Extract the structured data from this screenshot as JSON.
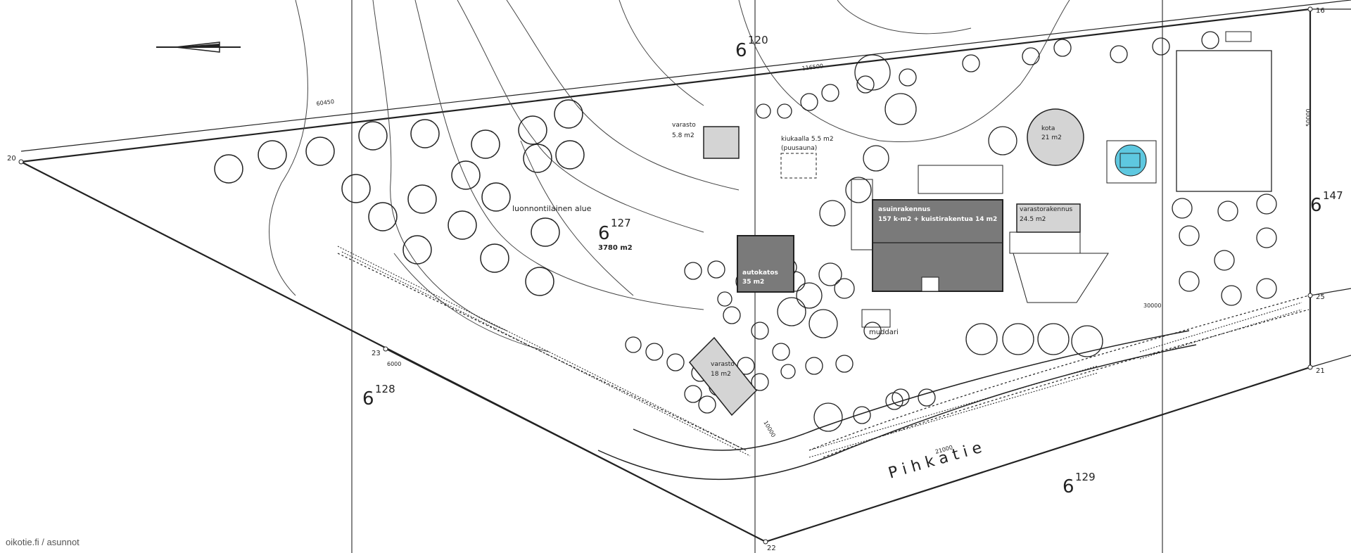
{
  "plan": {
    "parcel_ids": {
      "p120": {
        "base": "6",
        "sup": "120"
      },
      "p127": {
        "base": "6",
        "sup": "127"
      },
      "p128": {
        "base": "6",
        "sup": "128"
      },
      "p129": {
        "base": "6",
        "sup": "129"
      },
      "p147": {
        "base": "6",
        "sup": "147"
      }
    },
    "area_label": "3780 m2",
    "street_name": "P i h k a t i e",
    "forest_label": "luonnontilainen alue",
    "sauna_label": "kiukaalla 5.5 m2",
    "sauna_sub": "(puusauna)",
    "kuiva_label": "muddari",
    "buildings": {
      "main": {
        "line1": "asuinrakennus",
        "line2": "157 k-m2 + kuistirakentua 14 m2"
      },
      "garage": {
        "line1": "autokatos",
        "line2": "35 m2"
      },
      "storage": {
        "line1": "varasto",
        "line2": "18 m2"
      },
      "annex": {
        "line1": "varastorakennus",
        "line2": "24.5 m2"
      },
      "shed": {
        "line1": "varasto",
        "line2": "5.8 m2"
      },
      "pavilion": {
        "line1": "kota",
        "line2": "21 m2"
      }
    },
    "corner_labels": {
      "c20": "20",
      "c21": "21",
      "c22": "22",
      "c23": "23",
      "c16": "16",
      "c25": "25"
    },
    "dimensions": {
      "d1": "30000",
      "d2": "21000",
      "d3": "50000",
      "d4": "60450",
      "d5": "116500",
      "d6": "10000",
      "d7": "6000"
    }
  },
  "watermark": "oikotie.fi / asunnot",
  "colors": {
    "line": "#222222",
    "building_fill": "#7a7a7a",
    "pool": "#5ec8e0"
  }
}
